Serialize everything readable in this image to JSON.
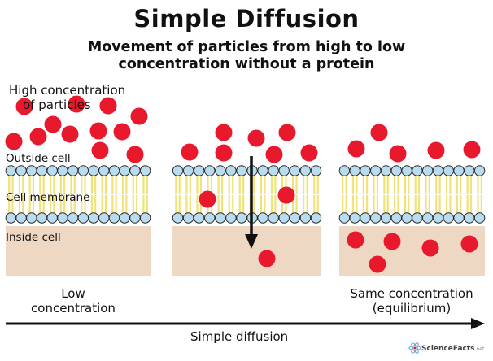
{
  "title": "Simple Diffusion",
  "subtitle_line1": "Movement of particles from high to low",
  "subtitle_line2": "concentration without a protein",
  "labels": {
    "high_line1": "High concentration",
    "high_line2": "of particles",
    "outside_cell": "Outside cell",
    "cell_membrane": "Cell membrane",
    "inside_cell": "Inside cell",
    "low_line1": "Low",
    "low_line2": "concentration",
    "same_line1": "Same concentration",
    "same_line2": "(equilibrium)",
    "axis": "Simple diffusion"
  },
  "brand": {
    "name": "ScienceFacts",
    "suffix": ".net"
  },
  "colors": {
    "particle": "#e8192c",
    "head": "#b9dcef",
    "head_stroke": "#2b2b2b",
    "tail": "#f1e27a",
    "cytoplasm": "#eed8c4",
    "text": "#111111"
  },
  "icons": {
    "arrow_down": "arrow-down-icon",
    "arrow_right": "arrow-right-icon",
    "logo": "atom-logo-icon"
  }
}
